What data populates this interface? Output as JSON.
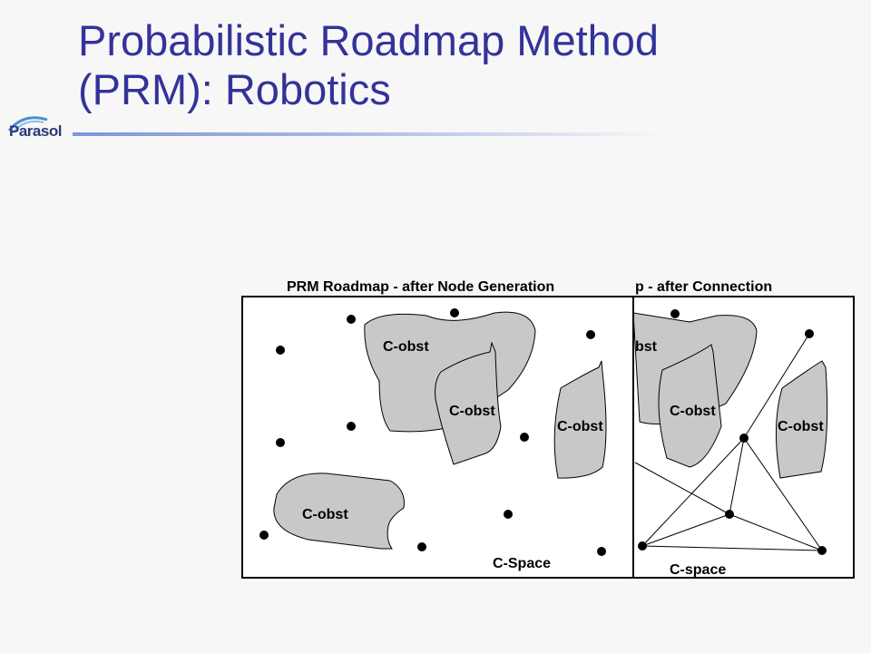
{
  "slide": {
    "title_line1": "Probabilistic Roadmap Method",
    "title_line2": "(PRM): Robotics"
  },
  "logo": {
    "text": "Parasol"
  },
  "back_panel": {
    "caption": "p - after Connection",
    "obstacle_labels": [
      "bst",
      "C-obst",
      "C-obst"
    ],
    "space_label": "C-space"
  },
  "front_panel": {
    "caption": "PRM Roadmap - after Node Generation",
    "obstacle_labels": [
      "C-obst",
      "C-obst",
      "C-obst",
      "C-obst"
    ],
    "space_label": "C-Space"
  },
  "colors": {
    "title": "#333399",
    "obstacle_fill": "#c8c8c8",
    "background": "#f7f7f7"
  }
}
